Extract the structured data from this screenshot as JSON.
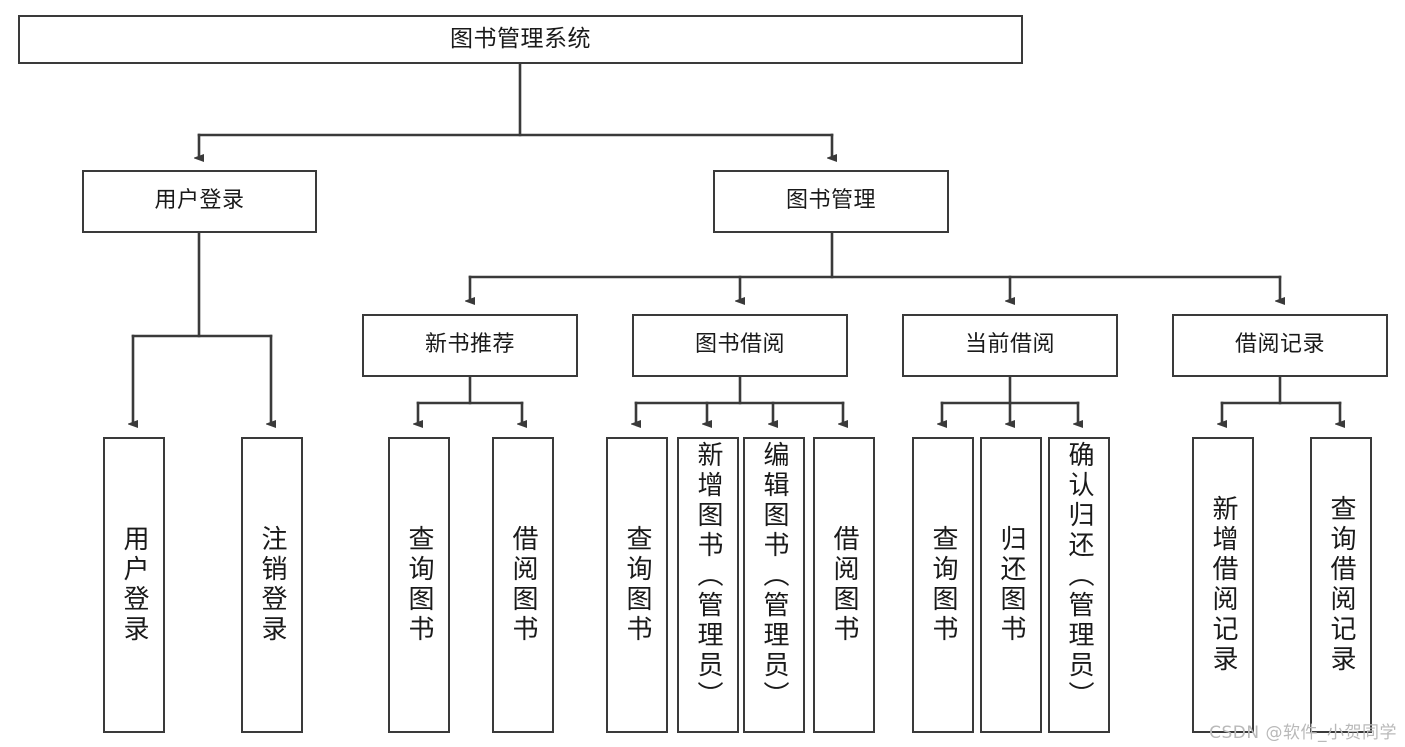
{
  "diagram": {
    "title_box": {
      "label": "图书管理系统"
    },
    "level2": [
      {
        "id": "user-login",
        "label": "用户登录"
      },
      {
        "id": "book-manage",
        "label": "图书管理"
      }
    ],
    "level3": [
      {
        "id": "new-book-recommend",
        "label": "新书推荐"
      },
      {
        "id": "book-borrow",
        "label": "图书借阅"
      },
      {
        "id": "current-borrow",
        "label": "当前借阅"
      },
      {
        "id": "borrow-record",
        "label": "借阅记录"
      }
    ],
    "leaves": {
      "user_login": [
        {
          "id": "leaf-user-login",
          "label": "用户登录"
        },
        {
          "id": "leaf-user-logout",
          "label": "注销登录"
        }
      ],
      "new_book_recommend": [
        {
          "id": "leaf-query-book-1",
          "label": "查询图书"
        },
        {
          "id": "leaf-borrow-book-1",
          "label": "借阅图书"
        }
      ],
      "book_borrow": [
        {
          "id": "leaf-query-book-2",
          "label": "查询图书"
        },
        {
          "id": "leaf-add-book",
          "label": "新增图书（管理员）"
        },
        {
          "id": "leaf-edit-book",
          "label": "编辑图书（管理员）"
        },
        {
          "id": "leaf-borrow-book-2",
          "label": "借阅图书"
        }
      ],
      "current_borrow": [
        {
          "id": "leaf-query-book-3",
          "label": "查询图书"
        },
        {
          "id": "leaf-return-book",
          "label": "归还图书"
        },
        {
          "id": "leaf-confirm-return",
          "label": "确认归还（管理员）"
        }
      ],
      "borrow_record": [
        {
          "id": "leaf-add-record",
          "label": "新增借阅记录"
        },
        {
          "id": "leaf-query-record",
          "label": "查询借阅记录"
        }
      ]
    },
    "colors": {
      "stroke": "#3a3a3a",
      "fill": "#ffffff",
      "text": "#1a1a1a",
      "watermark": "#b9b9b9"
    }
  },
  "watermark": {
    "text": "CSDN @软件_小贺同学"
  }
}
